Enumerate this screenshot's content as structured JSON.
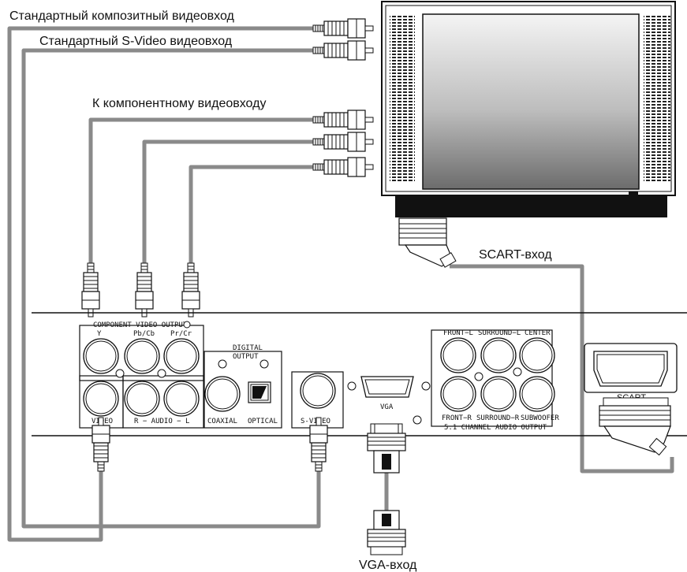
{
  "labels": {
    "composite_in": "Стандартный композитный видеовход",
    "svideo_in": "Стандартный S-Video видеовход",
    "component_in": "К компонентному видеовходу",
    "scart_in": "SCART-вход",
    "vga_in": "VGA-вход"
  },
  "panel": {
    "component_video_output": "COMPONENT VIDEO OUTPUT",
    "y": "Y",
    "pb_cb": "Pb/Cb",
    "pr_cr": "Pr/Cr",
    "digital_output_1": "DIGITAL",
    "digital_output_2": "OUTPUT",
    "video": "VIDEO",
    "audio": "R − AUDIO − L",
    "coaxial": "COAXIAL",
    "optical": "OPTICAL",
    "s_video": "S-VIDEO",
    "vga": "VGA",
    "front_l": "FRONT−L",
    "surround_l": "SURROUND−L",
    "center": "CENTER",
    "front_r": "FRONT−R",
    "surround_r": "SURROUND−R",
    "subwoofer": "SUBWOOFER",
    "channel_output": "5.1 CHANNEL AUDIO OUTPUT",
    "scart": "SCART"
  },
  "colors": {
    "cable": "#8a8a8a",
    "outline": "#111111",
    "screen_top": "#f2f2f2",
    "screen_bottom": "#7a7a7a"
  }
}
